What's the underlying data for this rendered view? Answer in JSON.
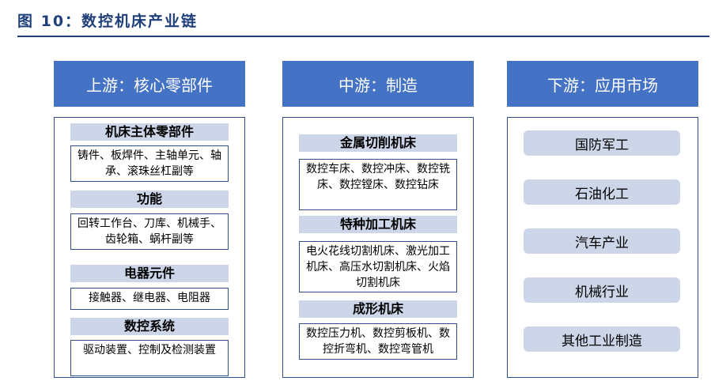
{
  "figure_title": "图 10：数控机床产业链",
  "columns": [
    {
      "header": "上游：核心零部件",
      "groups": [
        {
          "category": "机床主体零部件",
          "items": "铸件、板焊件、主轴单元、轴承、滚珠丝杠副等"
        },
        {
          "category": "功能",
          "items": "回转工作台、刀库、机械手、齿轮箱、蜗杆副等"
        },
        {
          "category": "电器元件",
          "items": "接触器、继电器、电阻器"
        },
        {
          "category": "数控系统",
          "items": "驱动装置、控制及检测装置"
        }
      ]
    },
    {
      "header": "中游：制造",
      "groups": [
        {
          "category": "金属切削机床",
          "items": "数控车床、数控冲床、数控铣床、数控镗床、数控钻床"
        },
        {
          "category": "特种加工机床",
          "items": "电火花线切割机床、激光加工机床、高压水切割机床、火焰切割机床"
        },
        {
          "category": "成形机床",
          "items": "数控压力机、数控剪板机、数控折弯机、数控弯管机"
        }
      ]
    },
    {
      "header": "下游：应用市场",
      "markets": [
        "国防军工",
        "石油化工",
        "汽车产业",
        "机械行业",
        "其他工业制造"
      ]
    }
  ]
}
